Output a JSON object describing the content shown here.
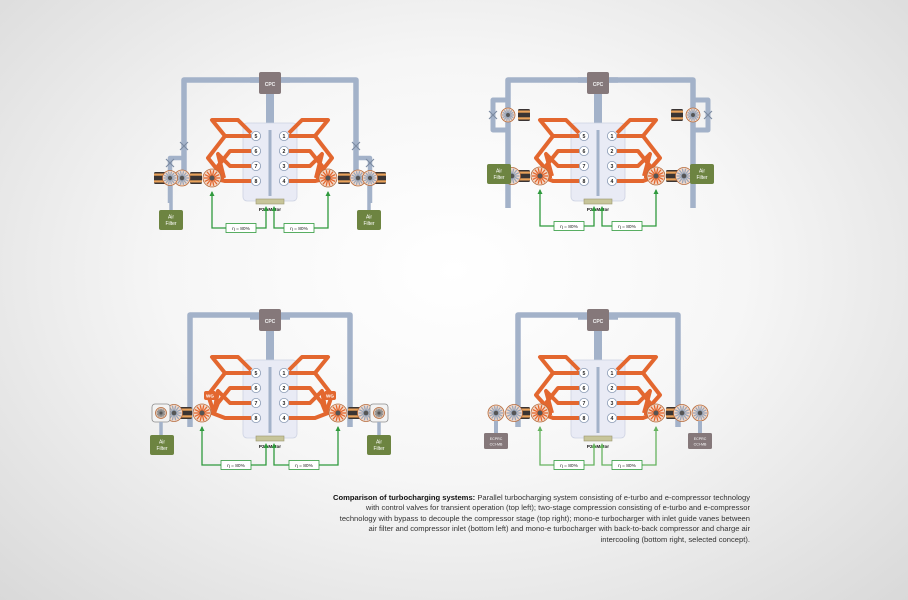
{
  "colors": {
    "pipe": "#a3b2c9",
    "pipe_dark": "#8193ad",
    "exhaust": "#e3672f",
    "engine_block": "#e9ebf5",
    "cylinder": "#ffffff",
    "cpc": "#85787a",
    "air_filter": "#6d8441",
    "green_line": "#2f9a3d",
    "green_line_light": "#66b35f",
    "motor_bar": "#c7c59a"
  },
  "diagrams": [
    {
      "id": "top-left",
      "concept": "parallel e-turbo and e-compressor",
      "cpc_label": "CPC",
      "motor_label": "P2 eMotor",
      "cylinders_left": [
        "5",
        "6",
        "7",
        "8"
      ],
      "cylinders_right": [
        "1",
        "2",
        "3",
        "4"
      ],
      "efficiency_left": "η = 80%",
      "efficiency_right": "η = 80%",
      "air_filter_left": [
        "Air",
        "Filter"
      ],
      "air_filter_right": [
        "Air",
        "Filter"
      ]
    },
    {
      "id": "top-right",
      "concept": "two-stage compression with bypass",
      "cpc_label": "CPC",
      "motor_label": "P2 eMotor",
      "cylinders_left": [
        "5",
        "6",
        "7",
        "8"
      ],
      "cylinders_right": [
        "1",
        "2",
        "3",
        "4"
      ],
      "efficiency_left": "η = 80%",
      "efficiency_right": "η = 80%",
      "air_filter_left": [
        "Air",
        "Filter"
      ],
      "air_filter_right": [
        "Air",
        "Filter"
      ]
    },
    {
      "id": "bottom-left",
      "concept": "mono-e turbocharger with inlet guide vanes",
      "cpc_label": "CPC",
      "motor_label": "P2 eMotor",
      "cylinders_left": [
        "5",
        "6",
        "7",
        "8"
      ],
      "cylinders_right": [
        "1",
        "2",
        "3",
        "4"
      ],
      "efficiency_left": "η = 80%",
      "efficiency_right": "η = 80%",
      "air_filter_left": [
        "Air",
        "Filter"
      ],
      "air_filter_right": [
        "Air",
        "Filter"
      ],
      "wastegate_left": "WG",
      "wastegate_right": "WG"
    },
    {
      "id": "bottom-right",
      "concept": "mono-e turbocharger back-to-back compressor with charge air intercooling",
      "cpc_label": "CPC",
      "motor_label": "P2 eMotor",
      "cylinders_left": [
        "5",
        "6",
        "7",
        "8"
      ],
      "cylinders_right": [
        "1",
        "2",
        "3",
        "4"
      ],
      "efficiency_left": "η = 80%",
      "efficiency_right": "η = 80%",
      "intercooler_left": [
        "ECPRC",
        "CCI-MB"
      ],
      "intercooler_right": [
        "ECPRC",
        "CCI-MB"
      ]
    }
  ],
  "caption": {
    "title": "Comparison of turbocharging systems:",
    "body": "Parallel turbocharging system consisting of e-turbo and e-compressor technology with control valves for transient operation (top left); two-stage compression consisting of e-turbo and e-compressor technology with bypass to decouple the compressor stage (top right); mono-e turbocharger with inlet guide vanes between air filter and compressor inlet (bottom left) and mono-e turbocharger with back-to-back compressor and charge air intercooling (bottom right, selected concept)."
  }
}
